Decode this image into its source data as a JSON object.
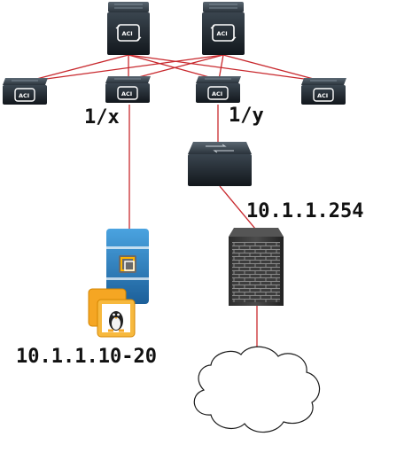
{
  "diagram": {
    "spines": [
      {
        "id": "spine-1",
        "badge": "ACI"
      },
      {
        "id": "spine-2",
        "badge": "ACI"
      }
    ],
    "leaves": [
      {
        "id": "leaf-1",
        "badge": "ACI"
      },
      {
        "id": "leaf-2",
        "badge": "ACI"
      },
      {
        "id": "leaf-3",
        "badge": "ACI"
      },
      {
        "id": "leaf-4",
        "badge": "ACI"
      }
    ],
    "labels": {
      "port_left": "1/x",
      "port_right": "1/y",
      "firewall_ip": "10.1.1.254",
      "host_ip": "10.1.1.10-20"
    },
    "icons": [
      "aci-spine-switch-icon",
      "aci-leaf-switch-icon",
      "l2-switch-icon",
      "firewall-icon",
      "vmware-server-icon",
      "linux-vm-icon",
      "cloud-icon"
    ],
    "colors": {
      "link": "#c8282d",
      "device_dark": "#1b1b1b",
      "device_mid": "#3b4650",
      "server_blue": "#2b7fc1",
      "linux_orange": "#f5a623",
      "cloud_stroke": "#1a1a1a"
    }
  }
}
